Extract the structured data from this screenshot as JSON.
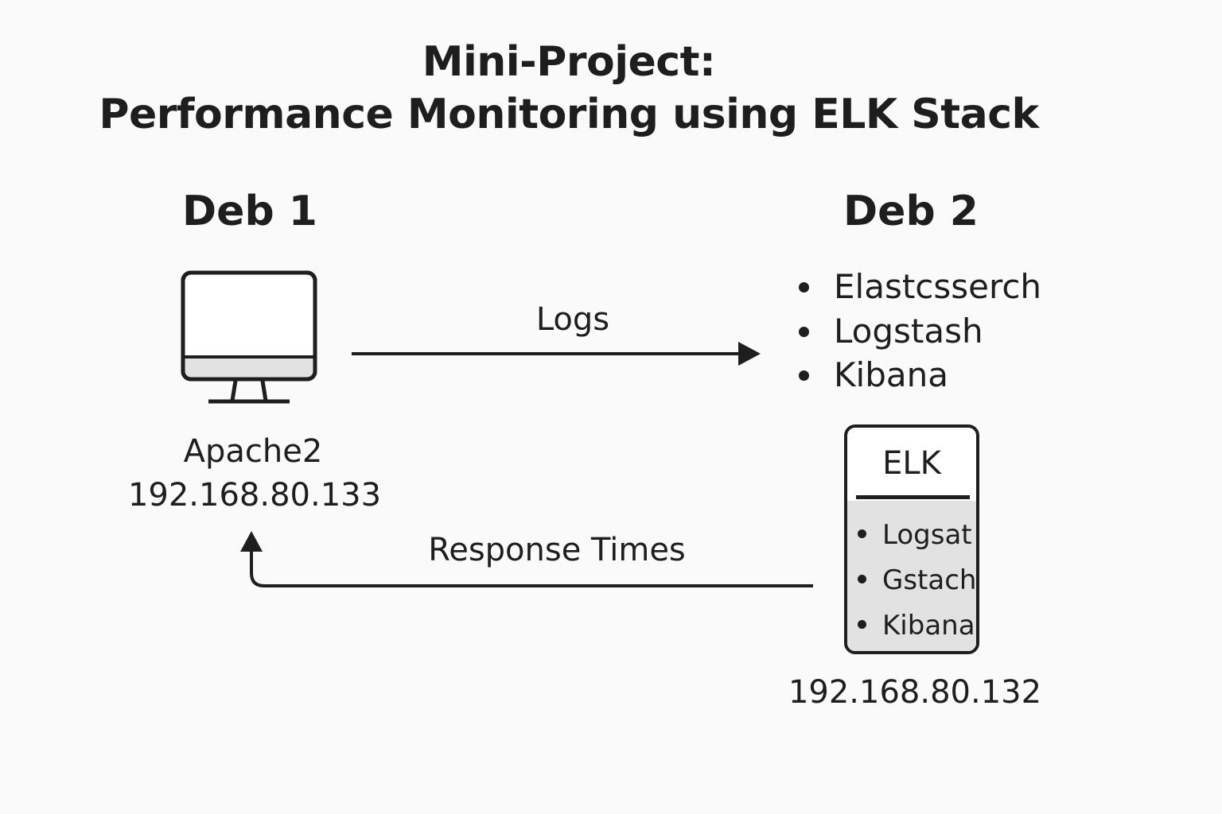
{
  "title": {
    "line1": "Mini-Project:",
    "line2": "Performance Monitoring using ELK Stack"
  },
  "deb1": {
    "heading": "Deb 1",
    "icon": "monitor-icon",
    "service": "Apache2",
    "ip": "192.168.80.133"
  },
  "deb2": {
    "heading": "Deb 2",
    "components": [
      "Elastcsserch",
      "Logstash",
      "Kibana"
    ],
    "server": {
      "icon": "server-icon",
      "title": "ELK",
      "items": [
        "Logsat",
        "Gstach",
        "Kibana"
      ]
    },
    "ip": "192.168.80.132"
  },
  "edges": {
    "logs": "Logs",
    "response": "Response Times"
  },
  "colors": {
    "background": "#fafafa",
    "stroke": "#1e1e1e",
    "fill_light": "#e2e2e2"
  }
}
